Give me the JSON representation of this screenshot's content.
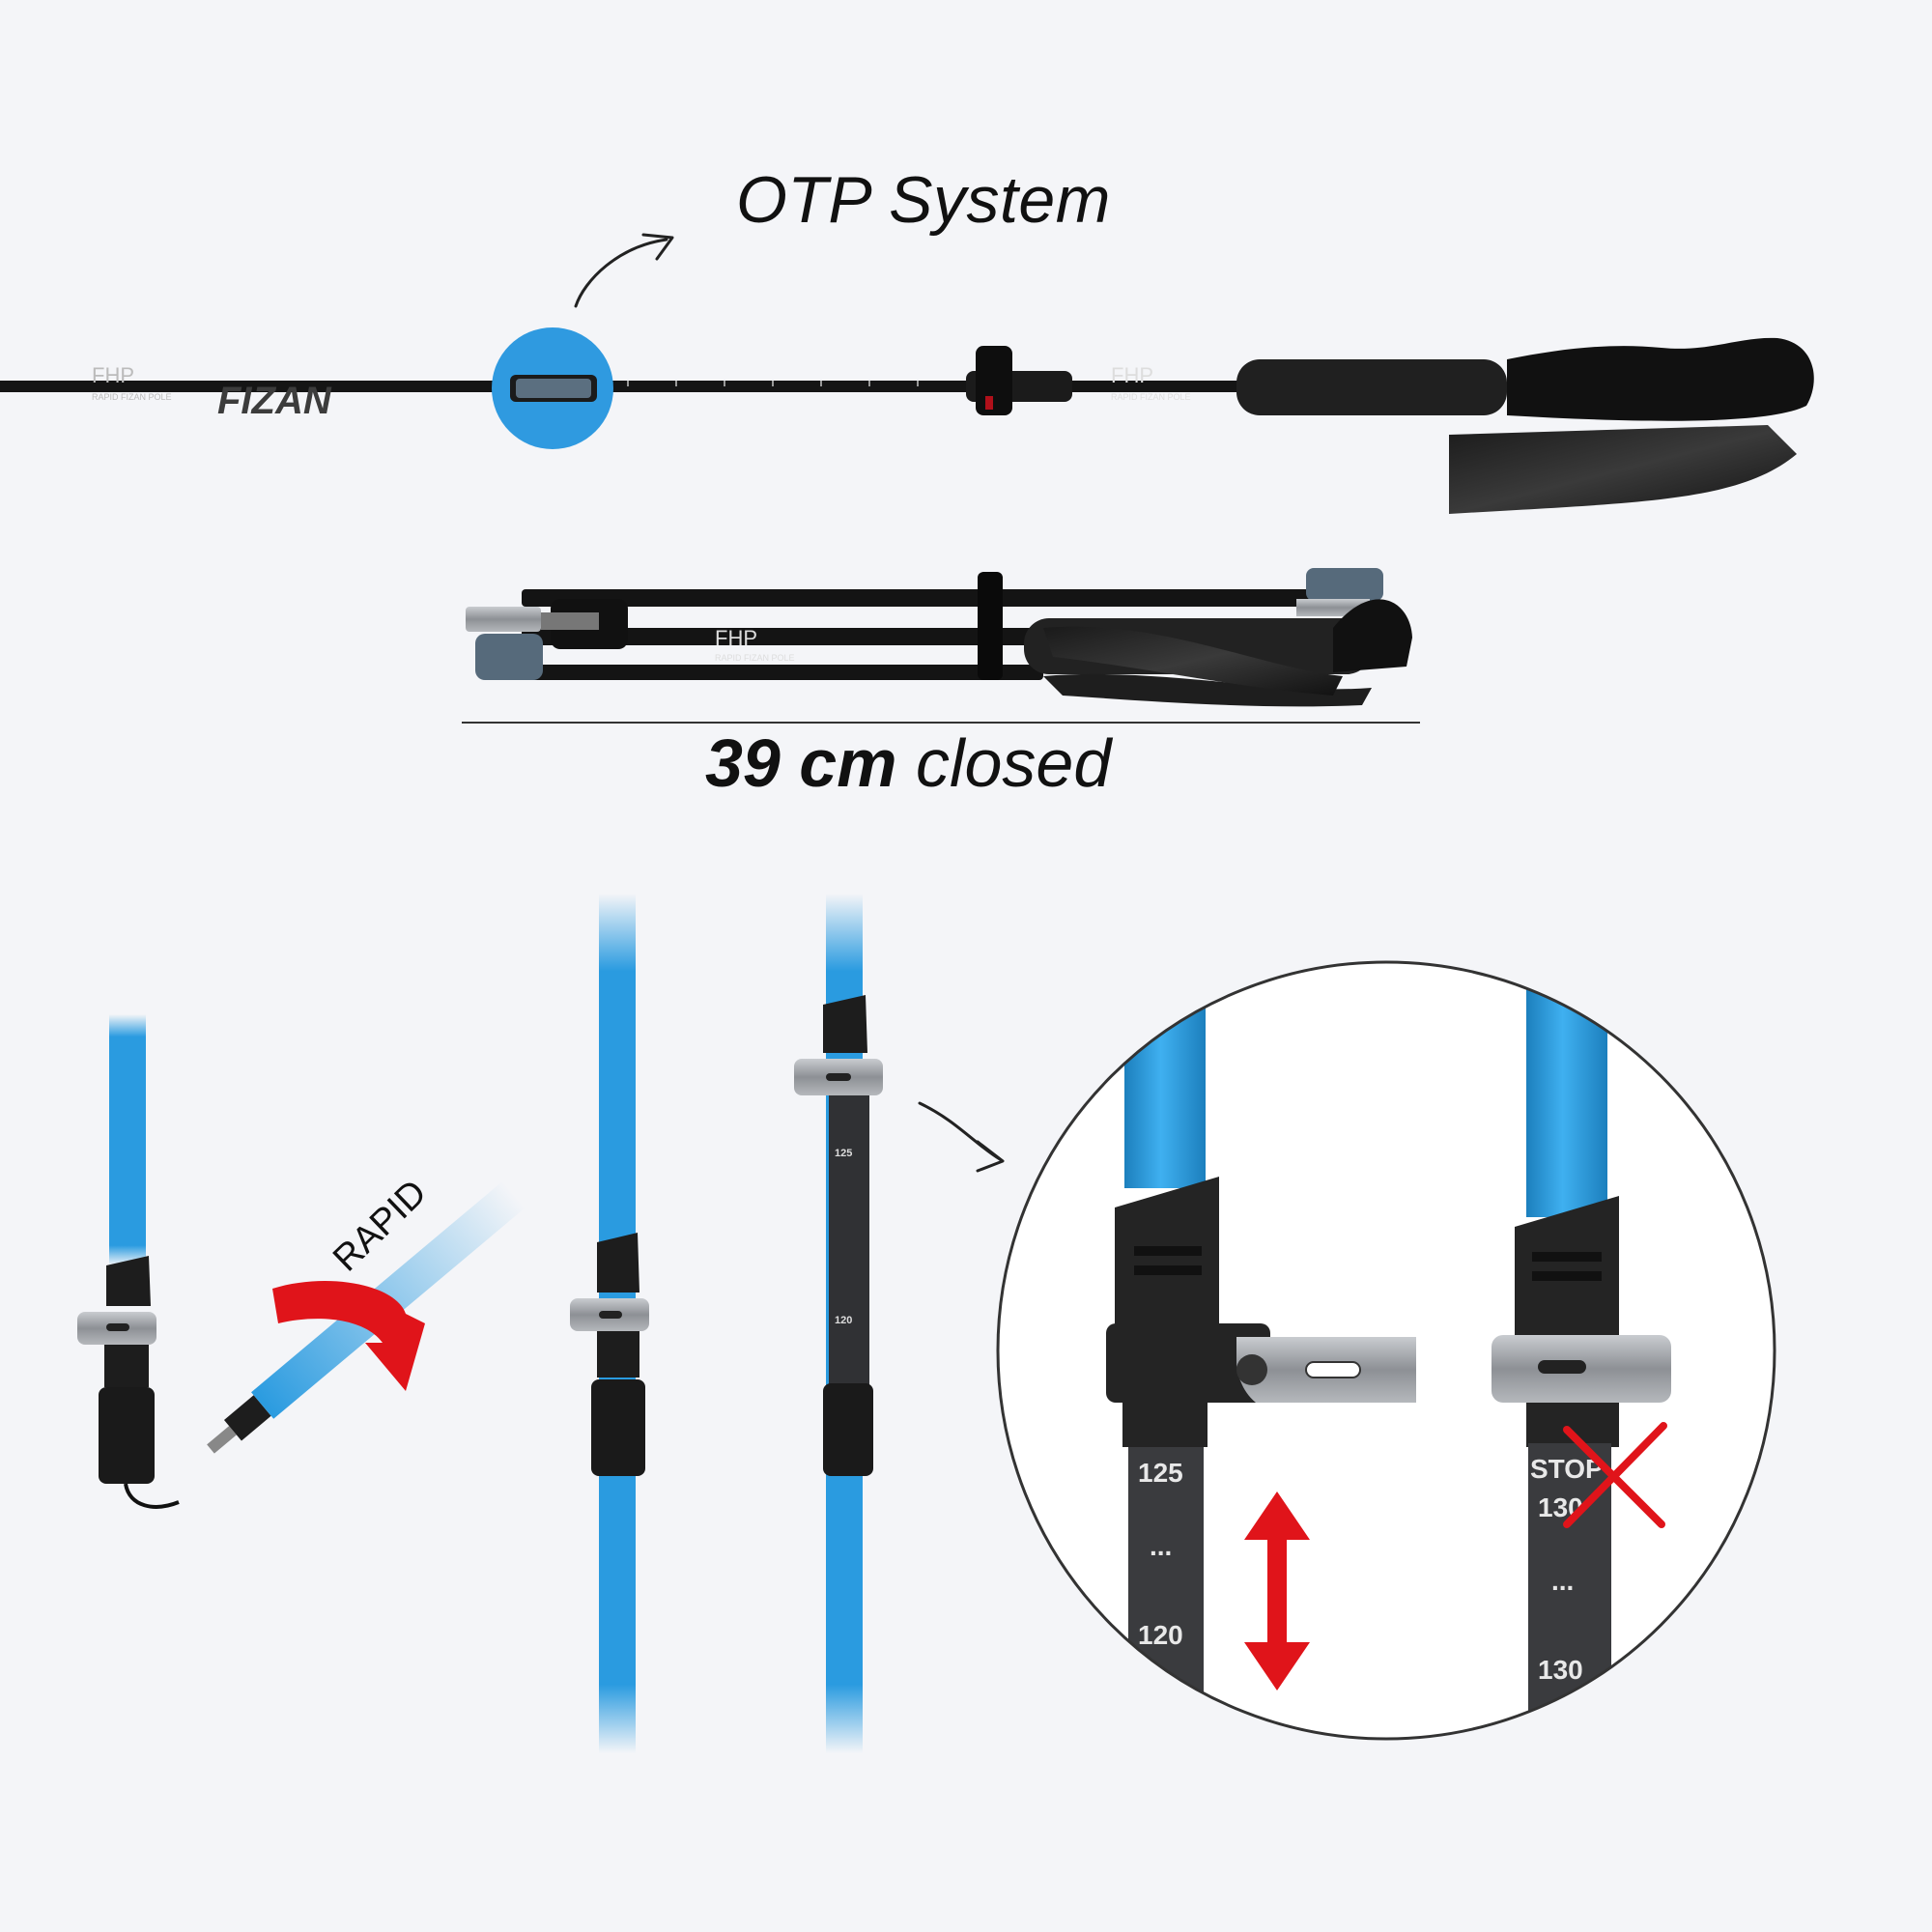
{
  "header": {
    "title": "OTP System"
  },
  "folded": {
    "length_value": "39 cm",
    "length_suffix": "closed"
  },
  "pole": {
    "brand": "FIZAN",
    "logo": "FHP",
    "model": "RAPID FIZAN POLE"
  },
  "steps": {
    "rapid_label": "RAPID",
    "small_marks": [
      "125",
      "120"
    ]
  },
  "detail": {
    "left_marks": [
      "125",
      "...",
      "120"
    ],
    "right_stop": "STOP",
    "right_marks": [
      "130",
      "...",
      "130"
    ]
  },
  "icons": {
    "otp_highlight": "circle-highlight",
    "pointer_arrow": "curved-arrow-icon",
    "rotate_arrow": "rotate-arrow-icon",
    "adjust_arrow": "double-arrow-icon",
    "blocked_mark": "x-icon"
  },
  "colors": {
    "background": "#f4f5f8",
    "accent_blue": "#2a9be0",
    "highlight_blue": "#2f9ae0",
    "pole_black": "#141414",
    "clamp_grey": "#9a9da2",
    "warning_red": "#e0141a"
  }
}
